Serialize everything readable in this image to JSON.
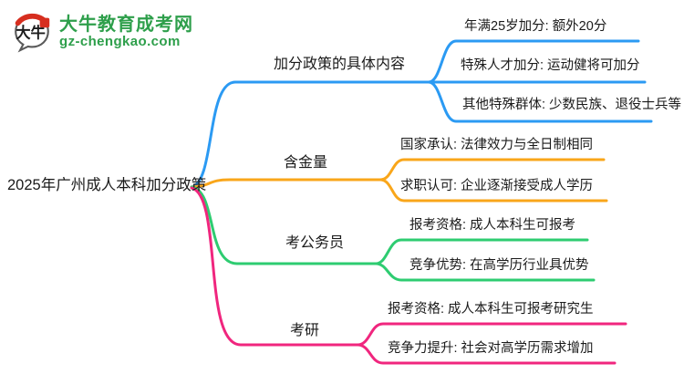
{
  "logo": {
    "icon_text": "大牛",
    "site_name": "大牛教育成考网",
    "site_url": "gz-chengkao.com",
    "brand_color": "#2E9F4B",
    "seal_color": "#D62E1F"
  },
  "root": {
    "title": "2025年广州成人本科加分政策"
  },
  "branches": [
    {
      "label": "加分政策的具体内容",
      "color": "#2B9AF3",
      "children": [
        {
          "label": "年满25岁加分: 额外20分"
        },
        {
          "label": "特殊人才加分: 运动健将可加分"
        },
        {
          "label": "其他特殊群体: 少数民族、退役士兵等"
        }
      ]
    },
    {
      "label": "含金量",
      "color": "#F9A61A",
      "children": [
        {
          "label": "国家承认: 法律效力与全日制相同"
        },
        {
          "label": "求职认可: 企业逐渐接受成人学历"
        }
      ]
    },
    {
      "label": "考公务员",
      "color": "#2ECC71",
      "children": [
        {
          "label": "报考资格: 成人本科生可报考"
        },
        {
          "label": "竞争优势: 在高学历行业具优势"
        }
      ]
    },
    {
      "label": "考研",
      "color": "#F0267E",
      "children": [
        {
          "label": "报考资格: 成人本科生可报考研究生"
        },
        {
          "label": "竞争力提升: 社会对高学历需求增加"
        }
      ]
    }
  ]
}
